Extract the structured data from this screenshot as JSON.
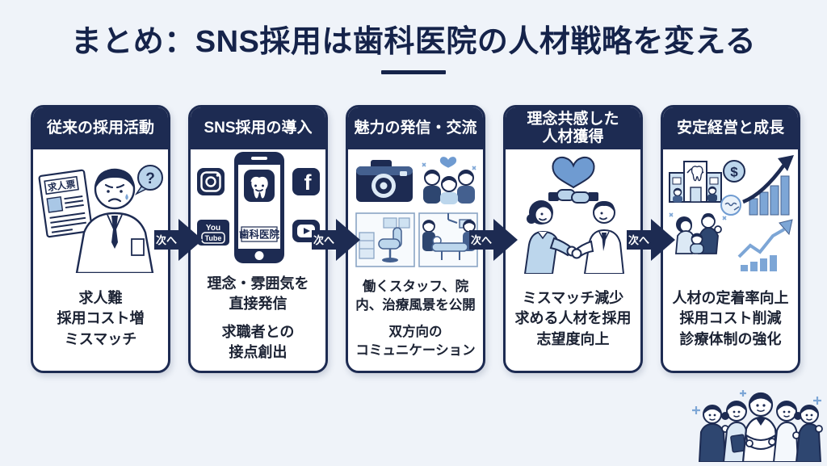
{
  "title": "まとめ：SNS採用は歯科医院の人材戦略を変える",
  "arrow_label": "次へ",
  "colors": {
    "navy": "#1d2b52",
    "background": "#eff3f9",
    "card_background": "#ffffff",
    "header_text": "#ffffff",
    "body_text": "#1b2233",
    "light_blue": "#a9c7e6",
    "pale_blue": "#dce9f5",
    "mid_blue": "#7da6d6",
    "steel_blue": "#6f9bd1"
  },
  "steps": [
    {
      "header": "従来の採用活動",
      "illustration": "worried-recruiter-with-job-posting",
      "labels": {
        "paper": "求人票",
        "question": "?"
      },
      "text_blocks": [
        "求人難\n採用コスト増\nミスマッチ"
      ]
    },
    {
      "header": "SNS採用の導入",
      "illustration": "smartphone-with-sns-icons",
      "labels": {
        "phone": "歯科医院",
        "youtube_you": "You",
        "youtube_tube": "Tube",
        "facebook_f": "f"
      },
      "text_blocks": [
        "理念・雰囲気を\n直接発信",
        "求職者との\n接点創出"
      ]
    },
    {
      "header": "魅力の発信・交流",
      "illustration": "camera-and-clinic-photos",
      "labels": {},
      "text_blocks": [
        "働くスタッフ、院\n内、治療風景を公開",
        "双方向の\nコミュニケーション"
      ]
    },
    {
      "header": "理念共感した\n人材獲得",
      "illustration": "handshake-between-staff-and-dentist",
      "labels": {},
      "text_blocks": [
        "ミスマッチ減少\n求める人材を採用\n志望度向上"
      ]
    },
    {
      "header": "安定経営と成長",
      "illustration": "clinic-growth-and-charts",
      "labels": {
        "dollar": "$"
      },
      "text_blocks": [
        "人材の定着率向上\n採用コスト削減\n診療体制の強化"
      ]
    }
  ],
  "footer_illustration": "dental-team-thumbs-up"
}
